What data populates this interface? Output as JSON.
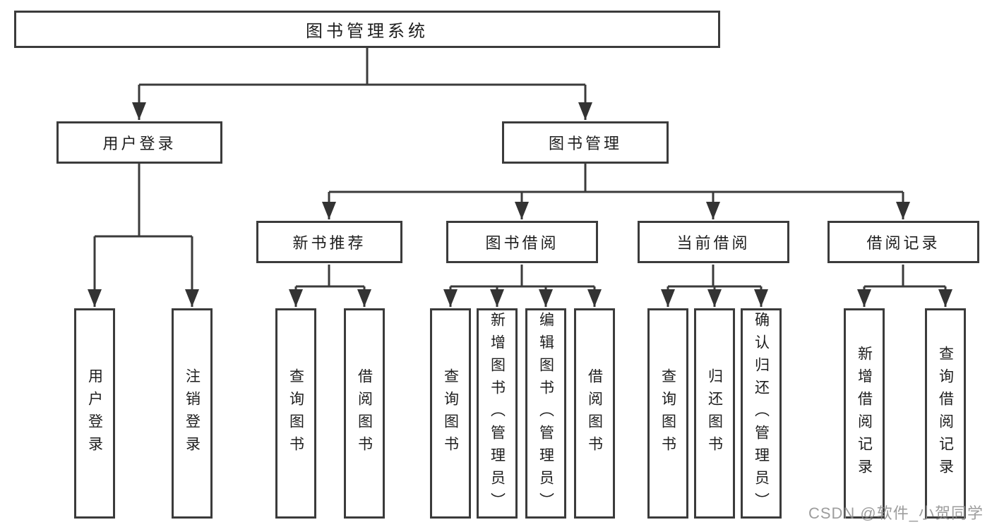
{
  "tree": {
    "root": {
      "label": "图书管理系统",
      "children": [
        {
          "label": "用户登录",
          "children": [
            {
              "label": "用户登录"
            },
            {
              "label": "注销登录"
            }
          ]
        },
        {
          "label": "图书管理",
          "children": [
            {
              "label": "新书推荐",
              "children": [
                {
                  "label": "查询图书"
                },
                {
                  "label": "借阅图书"
                }
              ]
            },
            {
              "label": "图书借阅",
              "children": [
                {
                  "label": "查询图书"
                },
                {
                  "label": "新增图书（管理员）"
                },
                {
                  "label": "编辑图书（管理员）"
                },
                {
                  "label": "借阅图书"
                }
              ]
            },
            {
              "label": "当前借阅",
              "children": [
                {
                  "label": "查询图书"
                },
                {
                  "label": "归还图书"
                },
                {
                  "label": "确认归还（管理员）"
                }
              ]
            },
            {
              "label": "借阅记录",
              "children": [
                {
                  "label": "新增借阅记录"
                },
                {
                  "label": "查询借阅记录"
                }
              ]
            }
          ]
        }
      ]
    }
  },
  "watermark": "CSDN @软件_小贺同学",
  "colors": {
    "line": "#3b3b3b",
    "text": "#1e1e1e",
    "watermark": "#8c8c8c",
    "background": "#ffffff"
  }
}
